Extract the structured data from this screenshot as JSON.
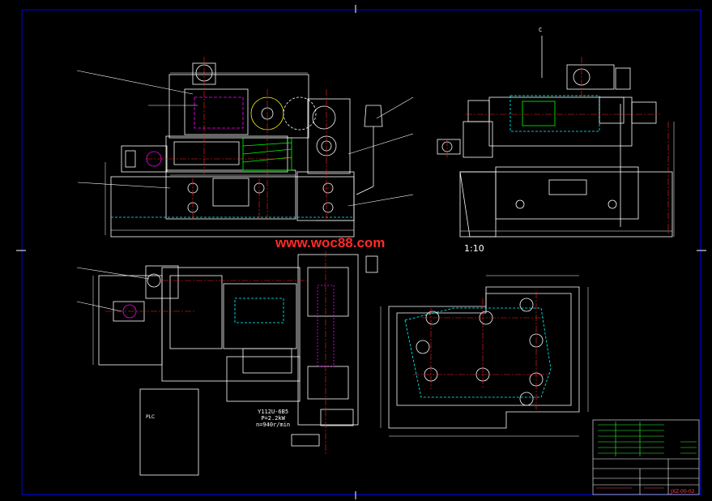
{
  "watermark": "www.woc88.com",
  "view_label": "",
  "scale_text": "1:10",
  "view_mark_c": "C",
  "motor": {
    "model": "Y112U-6B5",
    "line2": "P=2.2kW",
    "line3": "n=940r/min"
  },
  "plc_box": {
    "line1": "",
    "line2": "PLC"
  },
  "title_block": {
    "drawing_no": "JXZ-00-02"
  },
  "colors": {
    "background": "#000000",
    "frame": "#0000ff",
    "outline": "#ffffff",
    "hidden": "#00ffff",
    "center": "#ff2020",
    "hatch": "#00ff00",
    "leader": "#ffffff",
    "accent": "#ff00ff"
  }
}
